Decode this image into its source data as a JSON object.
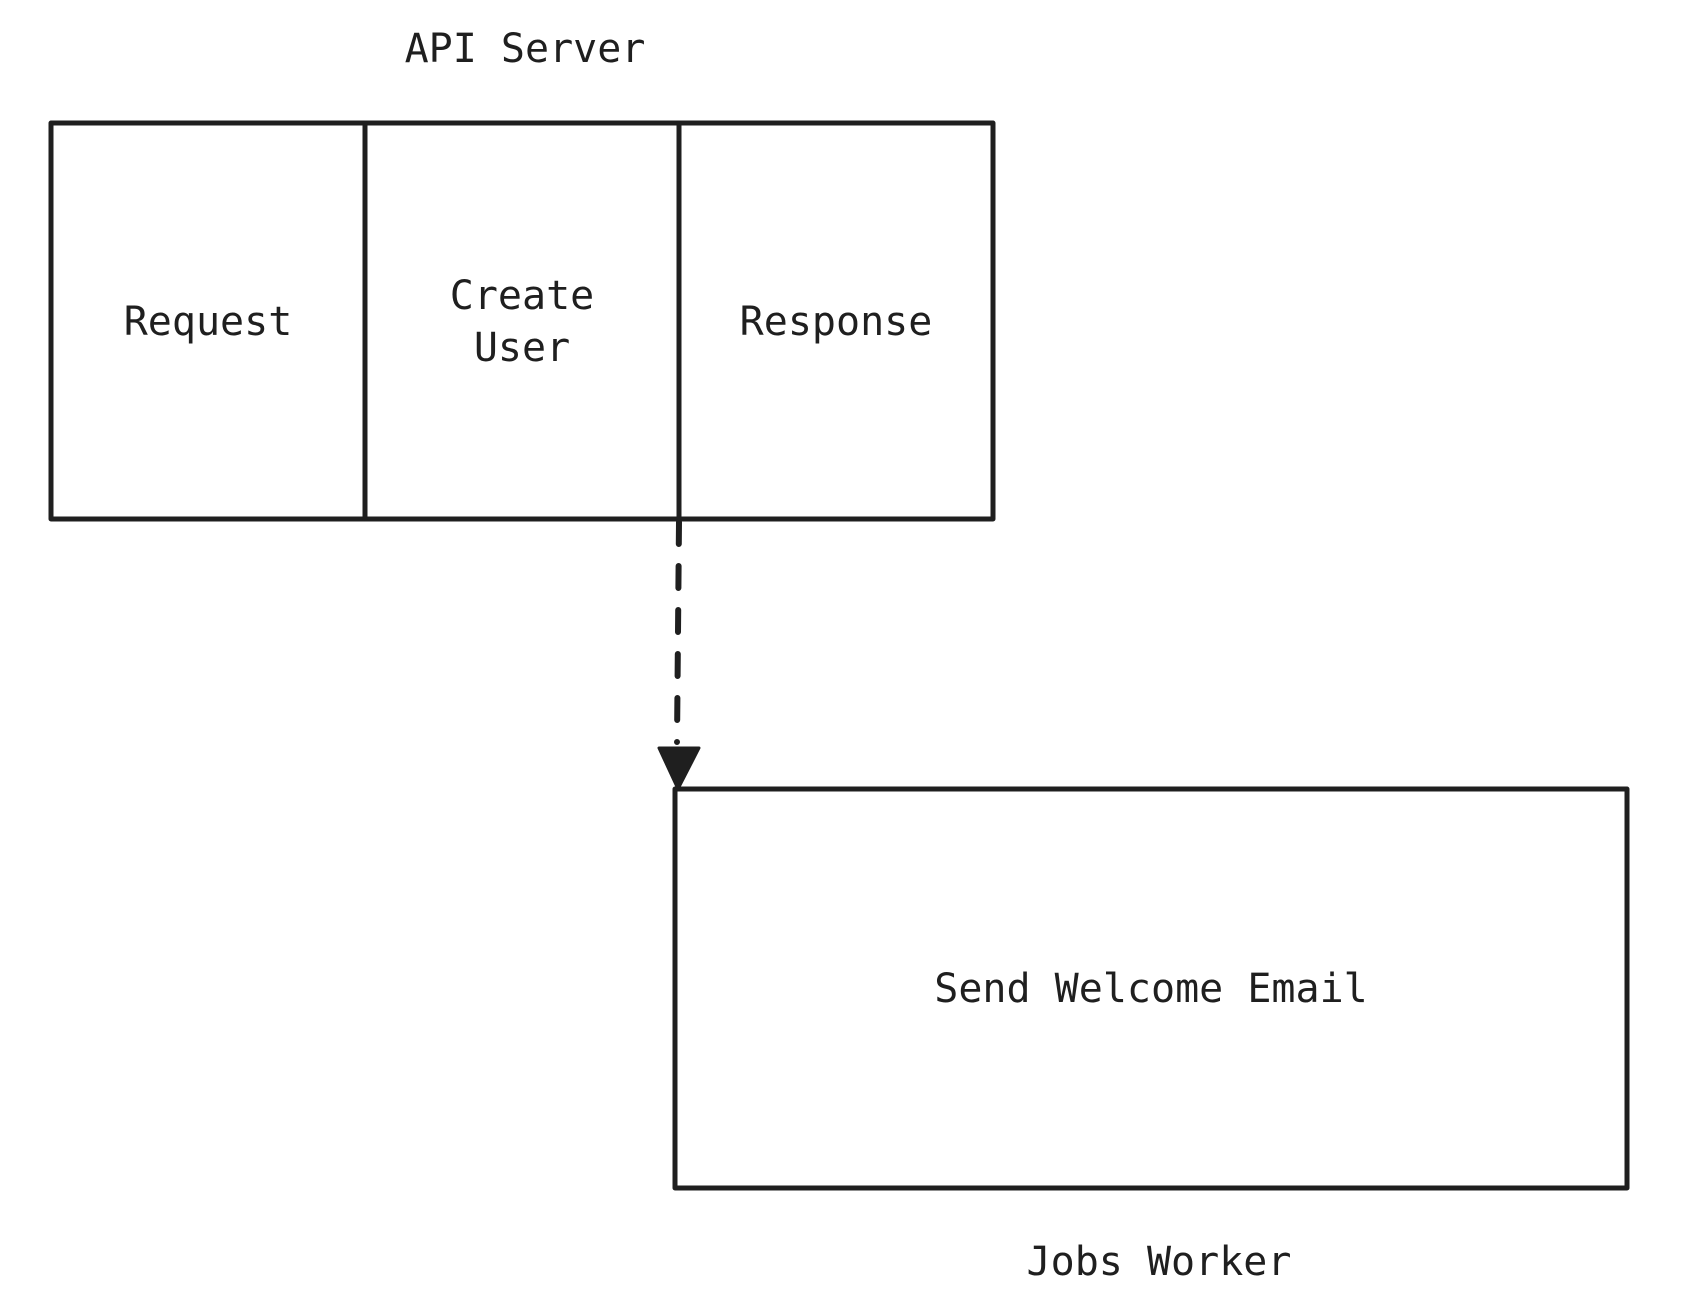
{
  "api_server": {
    "title": "API Server",
    "steps": {
      "request": "Request",
      "create_user_line1": "Create",
      "create_user_line2": "User",
      "response": "Response"
    }
  },
  "jobs_worker": {
    "title": "Jobs Worker",
    "task": "Send Welcome Email"
  },
  "connector": {
    "style": "dashed",
    "from": "Create User",
    "to": "Send Welcome Email"
  },
  "colors": {
    "stroke": "#1f1f1f",
    "background": "#ffffff"
  }
}
